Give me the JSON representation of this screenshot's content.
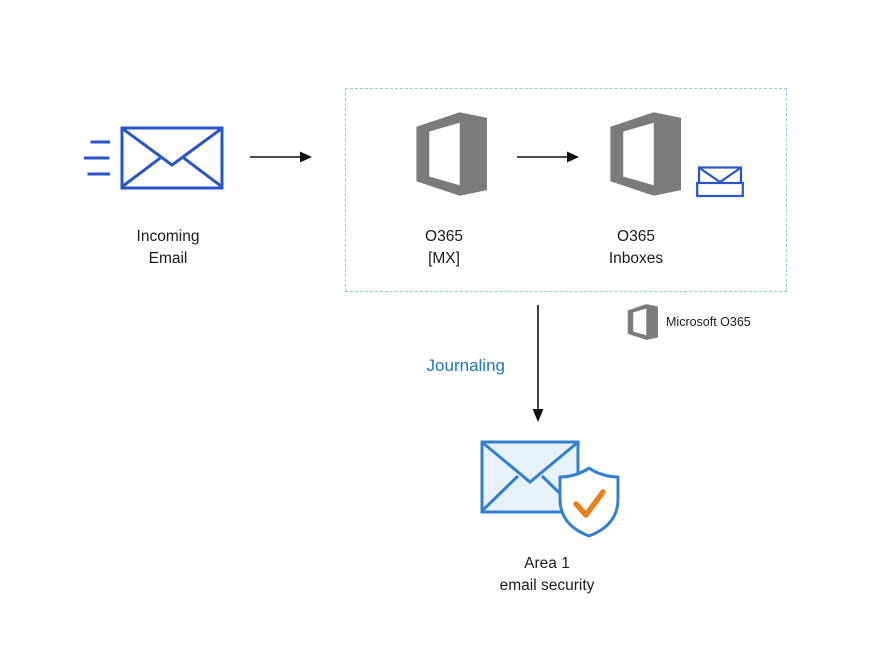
{
  "nodes": {
    "incoming_email": {
      "line1": "Incoming",
      "line2": "Email"
    },
    "o365_mx": {
      "line1": "O365",
      "line2": "[MX]"
    },
    "o365_inboxes": {
      "line1": "O365",
      "line2": "Inboxes"
    },
    "area1": {
      "line1": "Area 1",
      "line2": "email security"
    }
  },
  "legend": {
    "microsoft_o365": "Microsoft O365"
  },
  "labels": {
    "journaling": "Journaling"
  },
  "icons": {
    "motion_lines": "motion-lines-icon",
    "incoming_envelope": "envelope-icon",
    "o365_logo": "office365-logo-icon",
    "inbox_envelope": "inbox-envelope-icon",
    "area1_envelope": "envelope-icon",
    "area1_shield": "shield-check-icon"
  },
  "colors": {
    "envelope_blue": "#2a55c8",
    "area1_stroke": "#3380cf",
    "area1_fill": "#e8f2fb",
    "office_gray": "#7b7b7b",
    "dashed_border": "#8ad5ca",
    "journaling_blue": "#1d76c2",
    "check_orange": "#e8821c",
    "arrow": "#111111",
    "text": "#1b1b1b"
  }
}
